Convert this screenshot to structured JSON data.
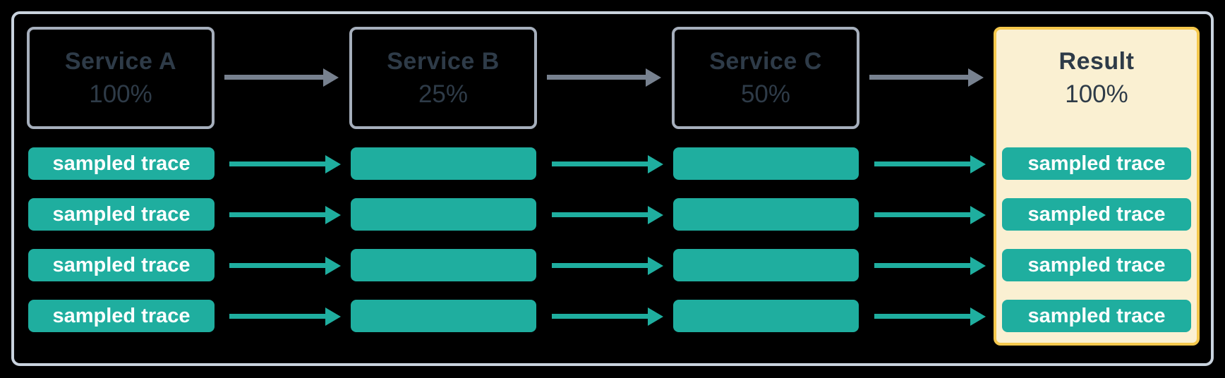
{
  "diagram": {
    "columns": [
      {
        "title": "Service A",
        "rate": "100%",
        "traces": [
          "sampled trace",
          "sampled trace",
          "sampled trace",
          "sampled trace"
        ]
      },
      {
        "title": "Service B",
        "rate": "25%",
        "traces": [
          "",
          "",
          "",
          ""
        ]
      },
      {
        "title": "Service C",
        "rate": "50%",
        "traces": [
          "",
          "",
          "",
          ""
        ]
      },
      {
        "title": "Result",
        "rate": "100%",
        "traces": [
          "sampled trace",
          "sampled trace",
          "sampled trace",
          "sampled trace"
        ]
      }
    ],
    "colors": {
      "background": "#000000",
      "frame_border": "#C9D3DE",
      "service_border": "#A6AFBC",
      "service_text": "#2E3B48",
      "trace_fill": "#1FAE9F",
      "trace_text": "#FFFFFF",
      "arrow_gray": "#77818F",
      "result_fill": "#FAF0D2",
      "result_border": "#F5C84C"
    }
  }
}
